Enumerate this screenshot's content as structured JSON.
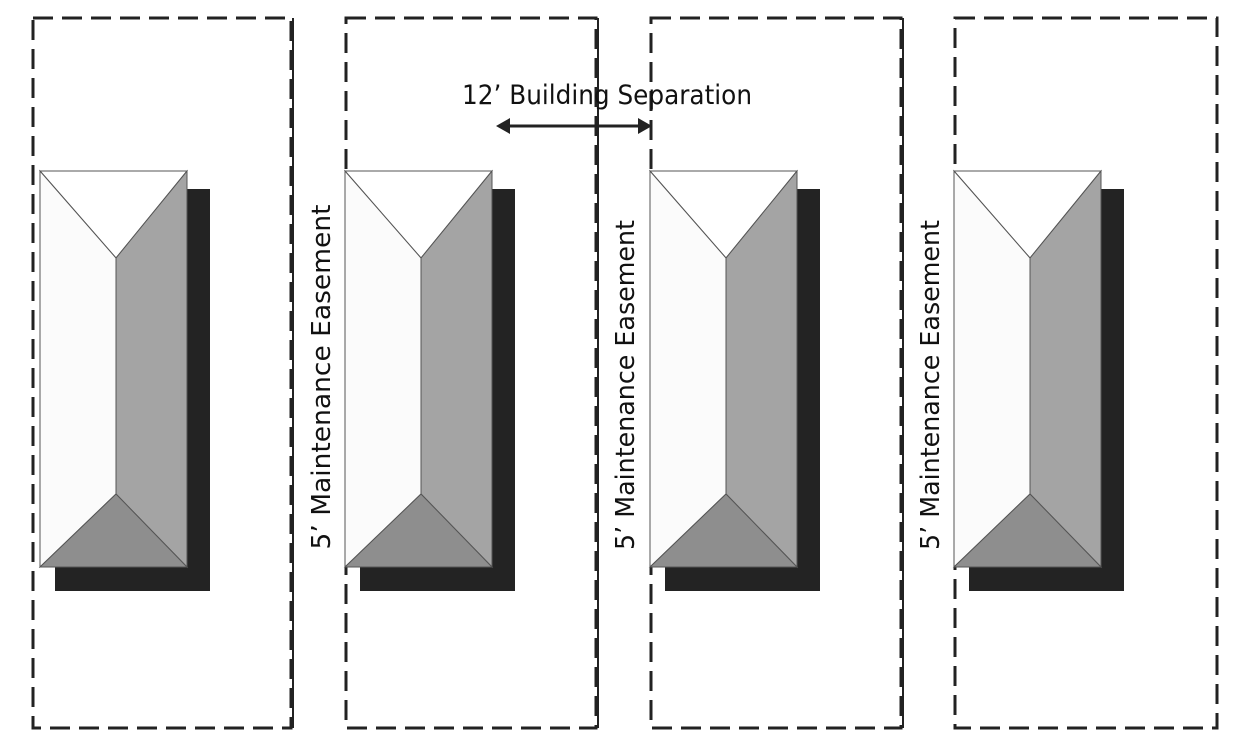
{
  "diagram": {
    "separation_label": "12’ Building Separation",
    "easement_labels": [
      "5’ Maintenance Easement",
      "5’ Maintenance Easement",
      "5’ Maintenance Easement"
    ],
    "lot_count": 4,
    "building_count": 4
  },
  "colors": {
    "background": "#ffffff",
    "line": "#222222",
    "roof_left": "#fbfbfb",
    "roof_right": "#a4a4a4",
    "roof_bottom": "#8e8e8e",
    "roof_top": "#ffffff",
    "shadow": "#232323"
  }
}
